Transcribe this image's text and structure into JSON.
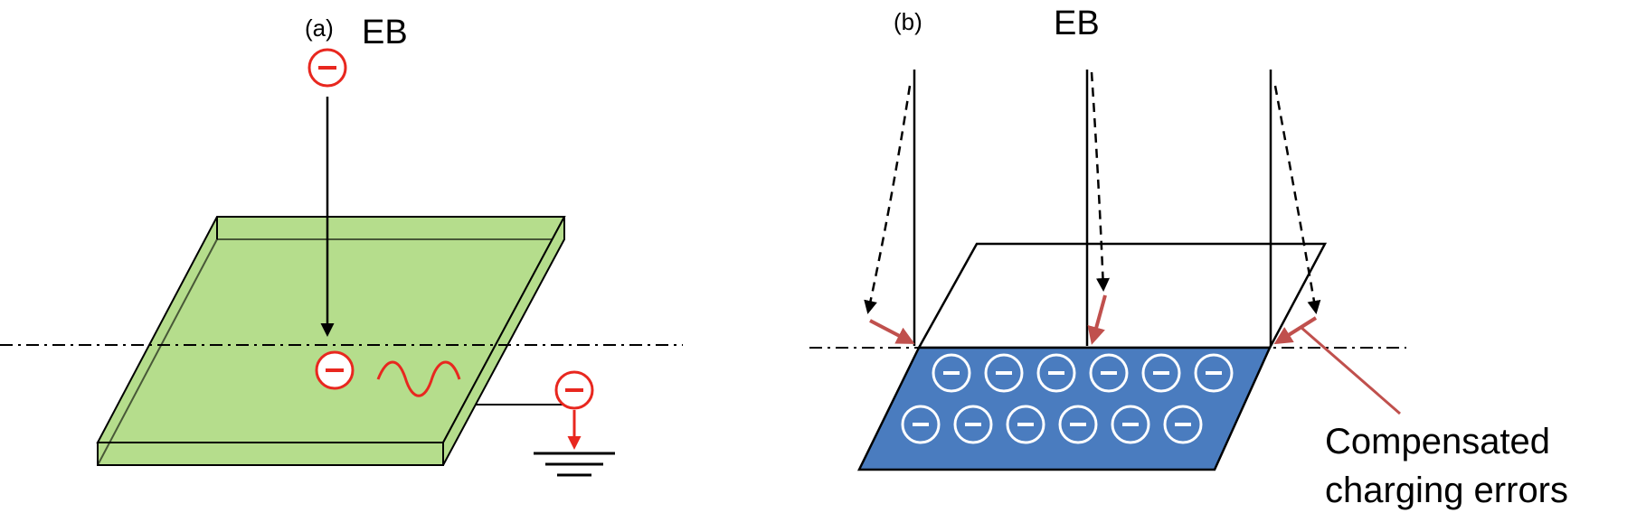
{
  "panel_a": {
    "label": "(a)",
    "beam_label": "EB",
    "electron_symbol": "minus-in-circle",
    "ground_symbol": "ground-icon"
  },
  "panel_b": {
    "label": "(b)",
    "beam_label": "EB",
    "annotation": {
      "line1": "Compensated",
      "line2": "charging errors"
    },
    "charges_top_row": 6,
    "charges_bottom_row": 6
  },
  "colors": {
    "green_plate": "#b5dd8c",
    "blue_plate": "#4a7cbf",
    "electron_red": "#e8271f",
    "arrow_pink": "#c0504d",
    "outline": "#000000"
  }
}
